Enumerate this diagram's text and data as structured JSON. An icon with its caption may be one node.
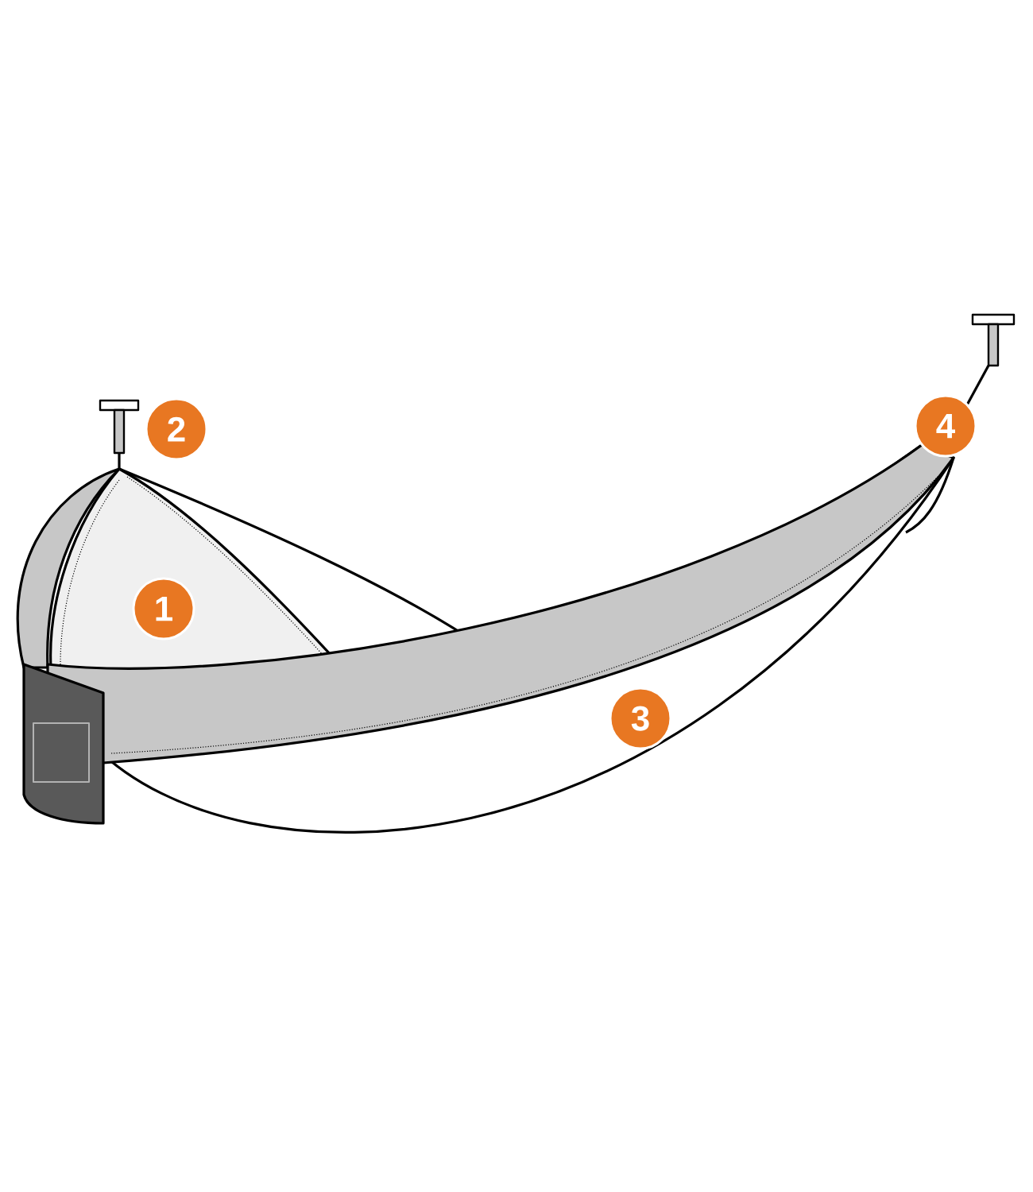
{
  "diagram": {
    "labels": [
      "2",
      "4",
      "1",
      "3"
    ]
  }
}
